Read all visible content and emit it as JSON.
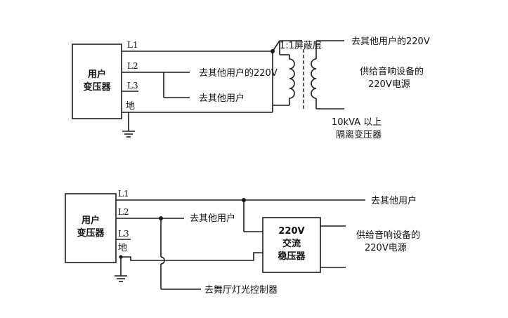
{
  "diagram_top": {
    "transformer_label_line1": "用户",
    "transformer_label_line2": "变压器",
    "line_labels": [
      "L1",
      "L2",
      "L3",
      "地"
    ],
    "shield_label": "1:1屏蔽层",
    "out_top": "去其他用户的220V",
    "out_audio_line1": "供给音响设备的",
    "out_audio_line2": "220V电源",
    "branch_l2_a": "去其他用户的220V",
    "branch_l2_b": "去其他用户",
    "iso_label_line1": "10kVA 以上",
    "iso_label_line2": "隔离变压器"
  },
  "diagram_bottom": {
    "transformer_label_line1": "用户",
    "transformer_label_line2": "变压器",
    "line_labels": [
      "L1",
      "L2",
      "L3",
      "地"
    ],
    "out_top": "去其他用户",
    "branch_l2": "去其他用户",
    "regulator_line1": "220V",
    "regulator_line2": "交流",
    "regulator_line3": "稳压器",
    "out_audio_line1": "供给音响设备的",
    "out_audio_line2": "220V电源",
    "light_controller": "去舞厅灯光控制器"
  }
}
